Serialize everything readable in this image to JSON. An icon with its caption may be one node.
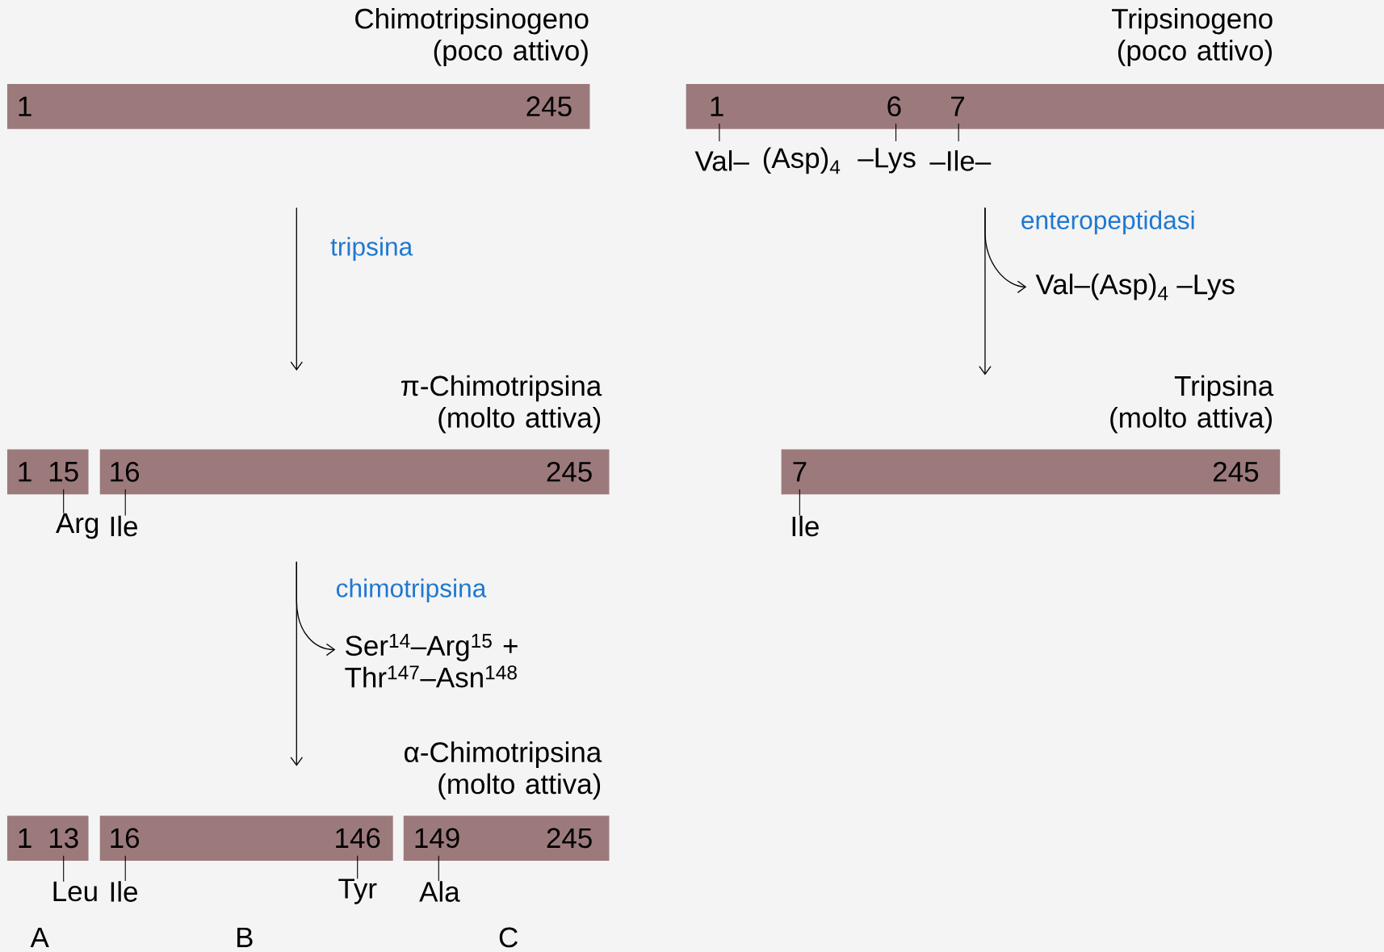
{
  "diagram": {
    "nodes": [
      {
        "text": [
          "Chimotripsinogeno (poco attivo)",
          "1",
          "245"
        ]
      },
      {
        "text": [
          "Tripsinogeno (poco attivo)",
          "1",
          "6",
          "7"
        ],
        "beside": [
          "Val–",
          "(Asp)$_{4}$",
          "–Lys",
          "–Ile–"
        ]
      },
      {
        "text": [
          "1",
          "15"
        ]
      },
      {
        "text": [
          "π-Chimotripsina (molto attiva)",
          "16",
          "245"
        ]
      },
      {
        "text": [
          "Tripsina (molto attiva)",
          "7",
          "245"
        ]
      },
      {
        "text": [
          "1",
          "13"
        ]
      },
      {
        "text": [
          "16",
          "146"
        ],
        "beside": [
          "B"
        ]
      },
      {
        "text": [
          "α-Chimotripsina (molto attiva)",
          "149",
          "245"
        ],
        "beside": [
          "C"
        ]
      },
      {
        "text": [
          "Val–(Asp)$_{4}$ –Lys"
        ]
      },
      {
        "text": [
          "Ser$^{14}$–Arg$^{15}$ + Thr$^{147}$–Asn$^{148}$"
        ]
      },
      {
        "text": [
          "Arg"
        ]
      },
      {
        "text": [
          "Ile"
        ]
      },
      {
        "text": [
          "Ile"
        ]
      },
      {
        "text": [
          "Leu"
        ]
      },
      {
        "text": [
          "Ile"
        ]
      },
      {
        "text": [
          "Tyr"
        ]
      },
      {
        "text": [
          "Ala"
        ]
      }
    ],
    "edges": [
      {
        "from": 0,
        "to": 3,
        "arrow": "to",
        "label": "tripsina"
      },
      {
        "from": 1,
        "to": 4,
        "arrow": "to",
        "label": "enteropeptidasi"
      },
      {
        "from": 1,
        "to": 8,
        "arrow": "to"
      },
      {
        "from": 3,
        "to": 6,
        "arrow": "to",
        "label": "chimotripsina"
      },
      {
        "from": 3,
        "to": 9,
        "arrow": "to"
      },
      {
        "from": 2,
        "to": 10,
        "arrow": "none"
      },
      {
        "from": 3,
        "to": 11,
        "arrow": "none"
      },
      {
        "from": 4,
        "to": 12,
        "arrow": "none"
      },
      {
        "from": 5,
        "to": 13,
        "arrow": "none"
      },
      {
        "from": 6,
        "to": 14,
        "arrow": "none"
      },
      {
        "from": 6,
        "to": 15,
        "arrow": "none"
      },
      {
        "from": 7,
        "to": 16,
        "arrow": "none"
      }
    ],
    "labels": [
      "A"
    ]
  }
}
